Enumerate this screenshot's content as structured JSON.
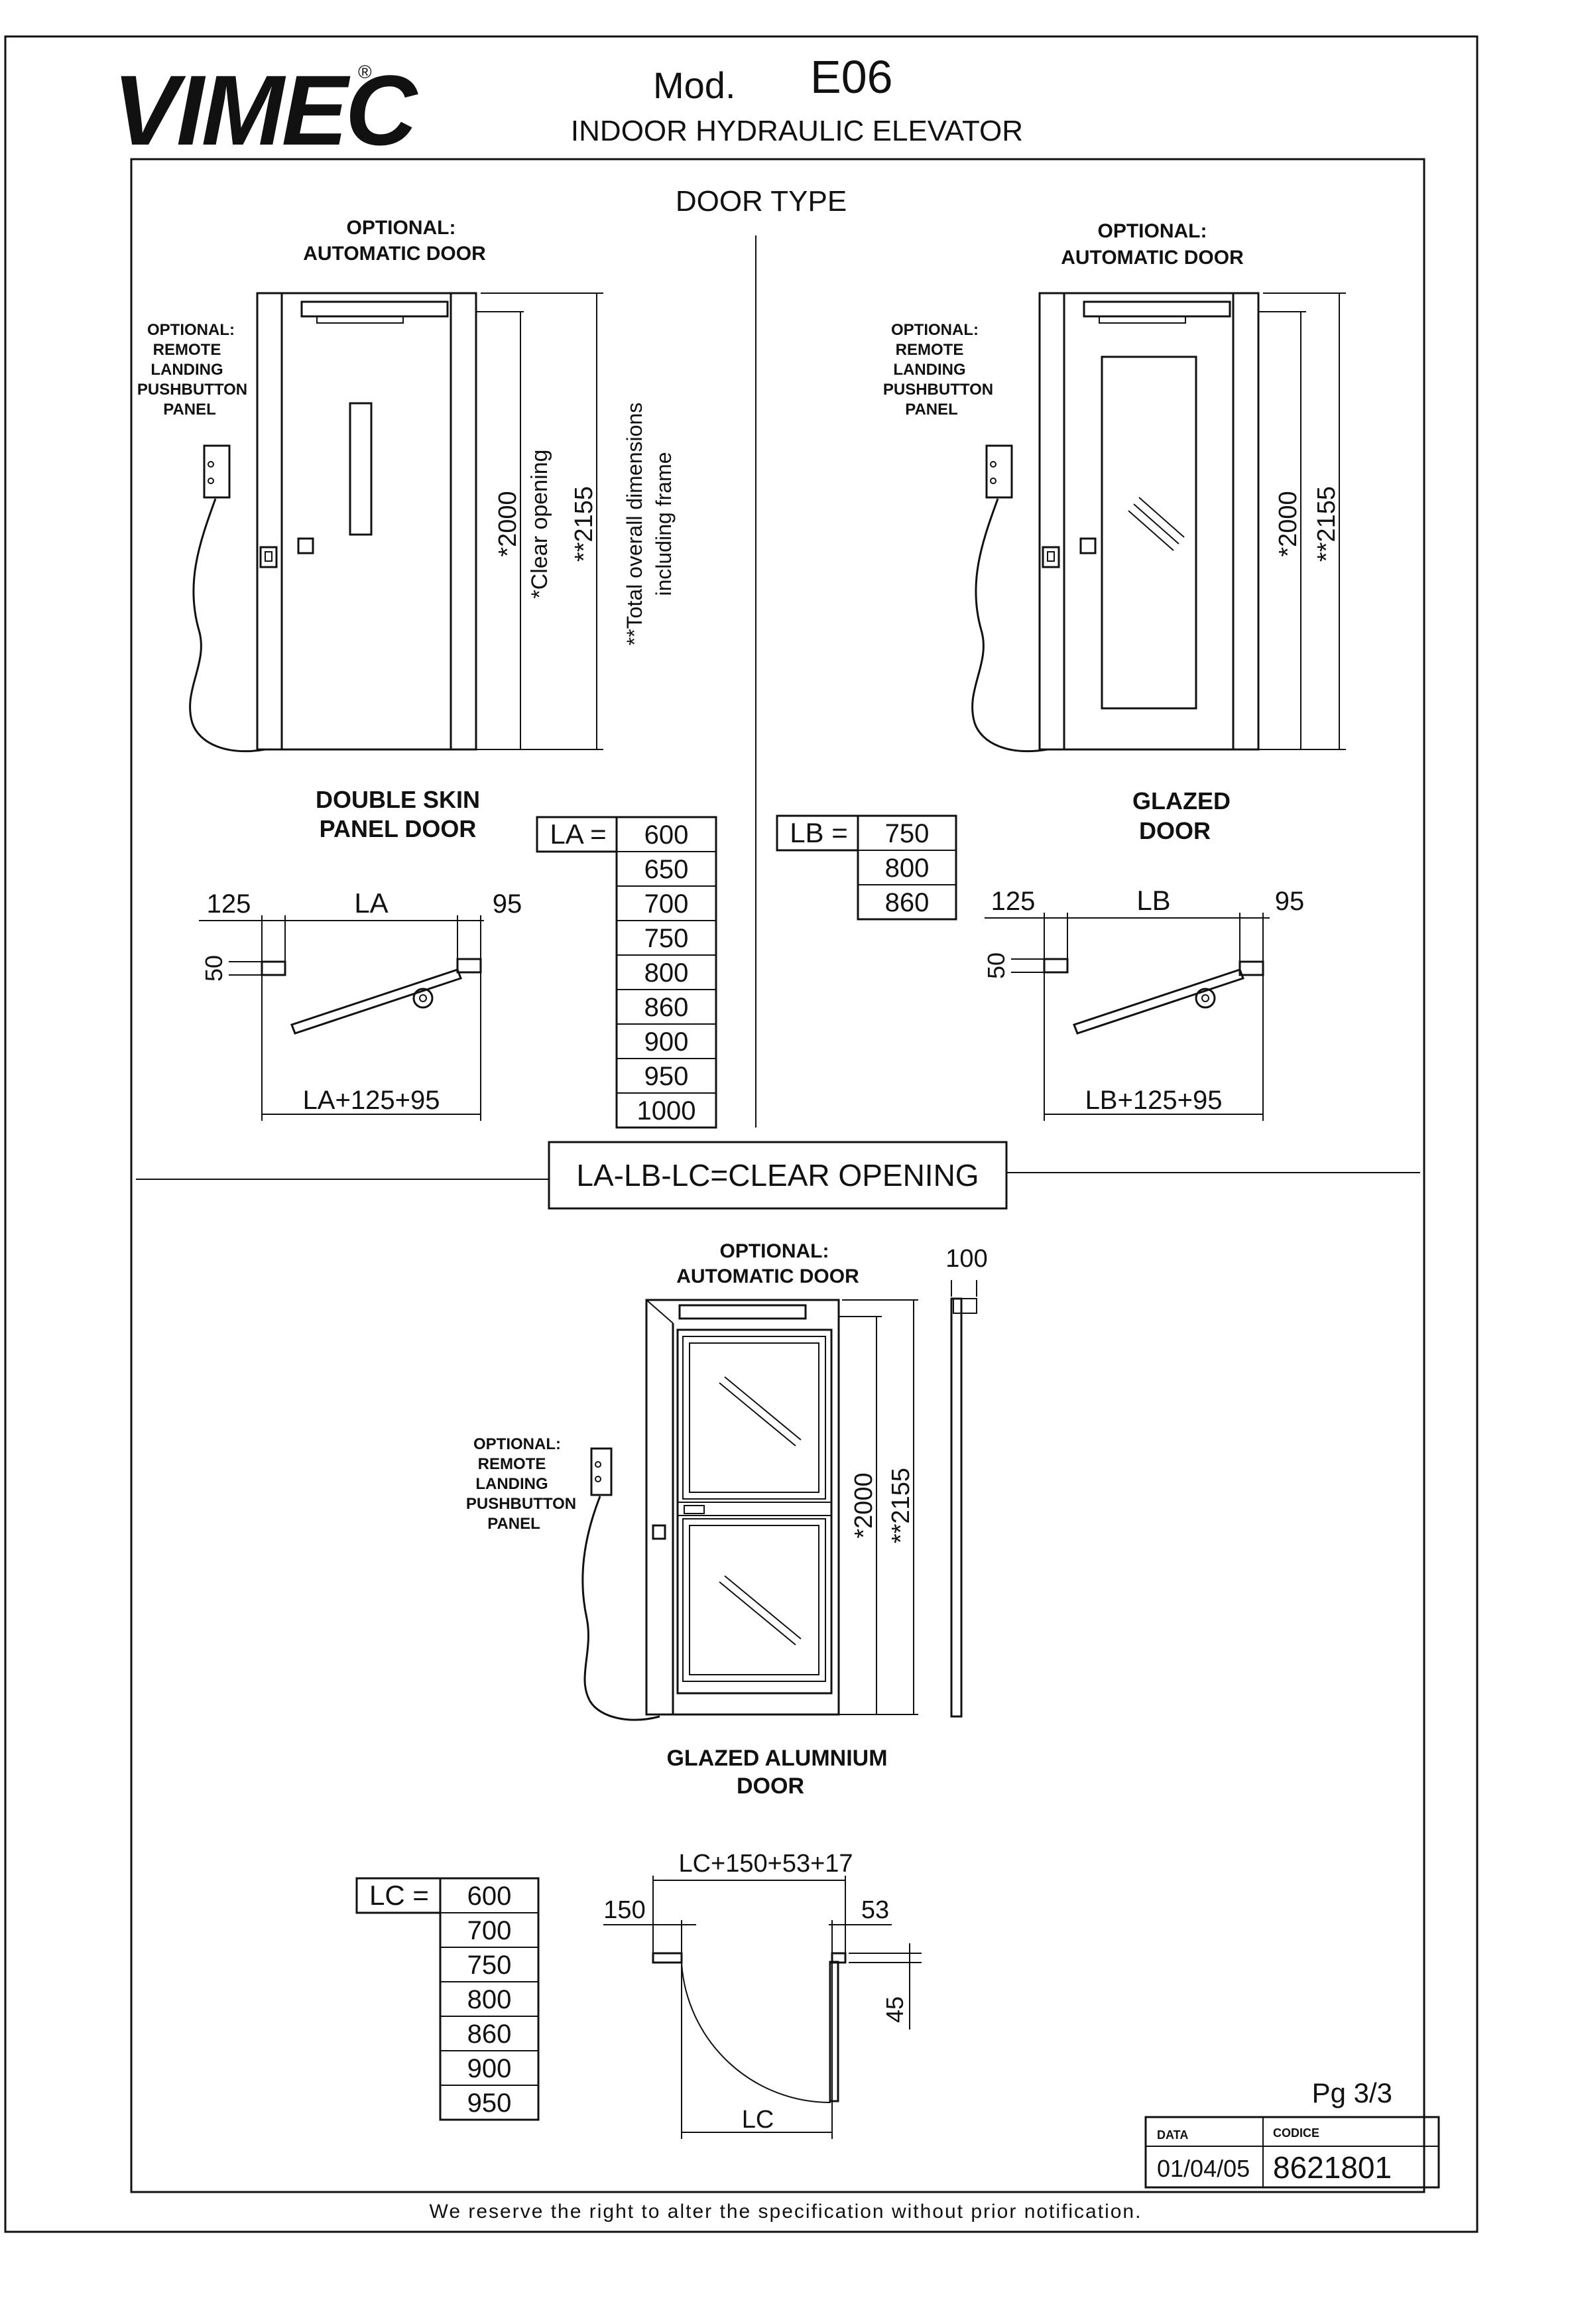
{
  "header": {
    "logo": "VIMEC",
    "registered": "®",
    "model_label": "Mod.",
    "model_code": "E06",
    "subtitle": "INDOOR HYDRAULIC ELEVATOR"
  },
  "section_title": "DOOR TYPE",
  "optional_auto_door": [
    "OPTIONAL:",
    "AUTOMATIC DOOR"
  ],
  "optional_panel": [
    "OPTIONAL:",
    "REMOTE",
    "LANDING",
    "PUSHBUTTON",
    "PANEL"
  ],
  "dims": {
    "h2000": "*2000",
    "h2155": "**2155",
    "clear_opening_note": "*Clear opening",
    "overall_note_1": "**Total overall dimensions",
    "overall_note_2": "including frame",
    "d125": "125",
    "d95": "95",
    "d50": "50",
    "d100": "100",
    "d150": "150",
    "d53": "53",
    "d45": "45"
  },
  "door_a": {
    "name": [
      "DOUBLE SKIN",
      "PANEL DOOR"
    ],
    "var": "LA",
    "var_label": "LA =",
    "formula": "LA+125+95",
    "sizes": [
      "600",
      "650",
      "700",
      "750",
      "800",
      "860",
      "900",
      "950",
      "1000"
    ]
  },
  "door_b": {
    "name": [
      "GLAZED",
      "DOOR"
    ],
    "var": "LB",
    "var_label": "LB =",
    "formula": "LB+125+95",
    "sizes": [
      "750",
      "800",
      "860"
    ]
  },
  "clear_opening_banner": "LA-LB-LC=CLEAR OPENING",
  "door_c": {
    "name": [
      "GLAZED ALUMNIUM",
      "DOOR"
    ],
    "var": "LC",
    "var_label": "LC =",
    "formula": "LC+150+53+17",
    "sizes": [
      "600",
      "700",
      "750",
      "800",
      "860",
      "900",
      "950"
    ]
  },
  "page": "Pg 3/3",
  "title_block": {
    "date_label": "DATA",
    "code_label": "CODICE",
    "date": "01/04/05",
    "code": "8621801"
  },
  "footer": "We reserve the right to alter the specification without prior notification."
}
